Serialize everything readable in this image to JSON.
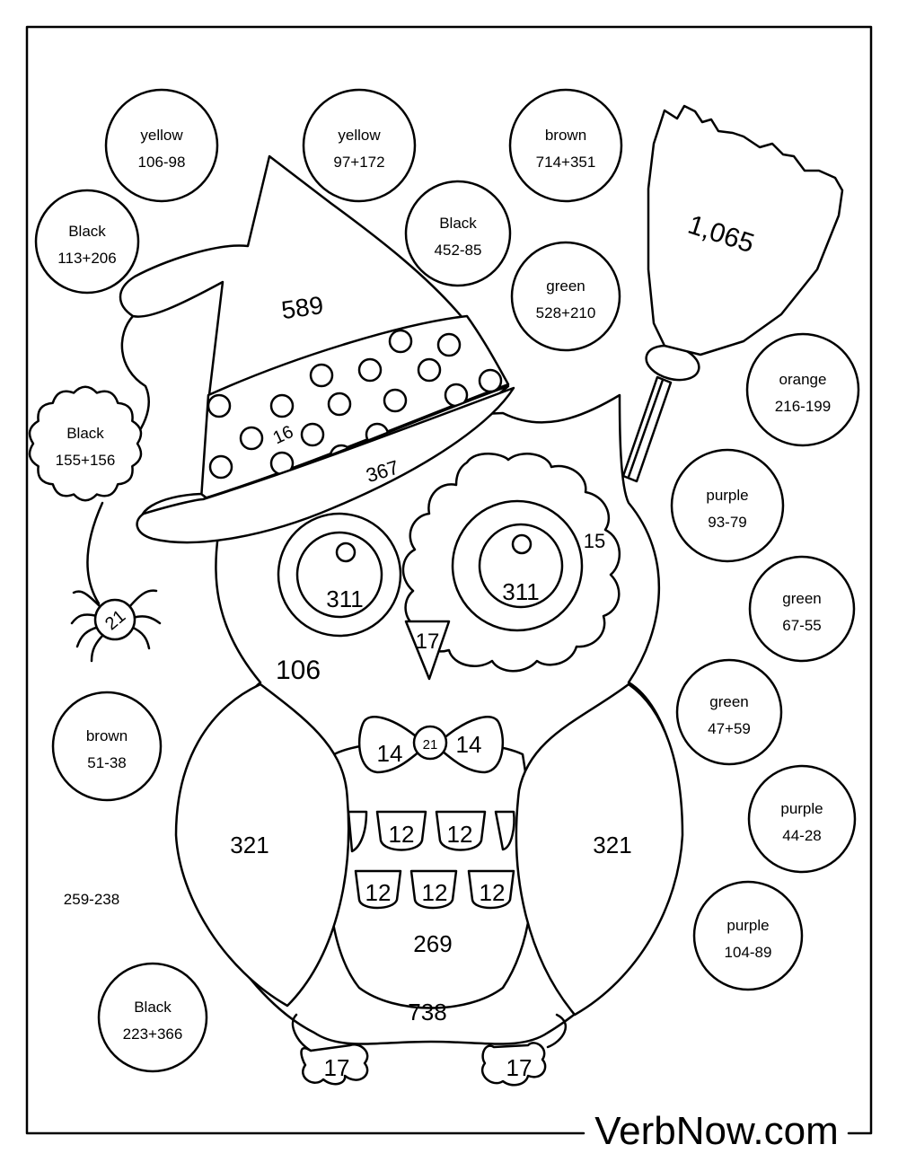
{
  "site": {
    "footer": "VerbNow.com"
  },
  "key": [
    {
      "color": "yellow",
      "expr": "106-98"
    },
    {
      "color": "yellow",
      "expr": "97+172"
    },
    {
      "color": "brown",
      "expr": "714+351"
    },
    {
      "color": "Black",
      "expr": "113+206"
    },
    {
      "color": "Black",
      "expr": "452-85"
    },
    {
      "color": "green",
      "expr": "528+210"
    },
    {
      "color": "Black",
      "expr": "155+156"
    },
    {
      "color": "orange",
      "expr": "216-199"
    },
    {
      "color": "purple",
      "expr": "93-79"
    },
    {
      "color": "green",
      "expr": "67-55"
    },
    {
      "color": "green",
      "expr": "47+59"
    },
    {
      "color": "brown",
      "expr": "51-38"
    },
    {
      "color": "purple",
      "expr": "44-28"
    },
    {
      "color": "",
      "expr": "259-238"
    },
    {
      "color": "purple",
      "expr": "104-89"
    },
    {
      "color": "Black",
      "expr": "223+366"
    }
  ],
  "regions": {
    "broom_head": "1,065",
    "hat_top": "589",
    "hat_dot": "16",
    "hat_brim": "367",
    "eye_patch": "15",
    "left_eye": "311",
    "right_eye": "311",
    "beak": "17",
    "spider": "21",
    "head": "106",
    "bow_left": "14",
    "bow_right": "14",
    "bow_knot": "21",
    "feather_top_1": "12",
    "feather_top_2": "12",
    "feather_bot_1": "12",
    "feather_bot_2": "12",
    "feather_bot_3": "12",
    "wing_left": "321",
    "wing_right": "321",
    "belly": "269",
    "body": "738",
    "foot_left": "17",
    "foot_right": "17"
  }
}
